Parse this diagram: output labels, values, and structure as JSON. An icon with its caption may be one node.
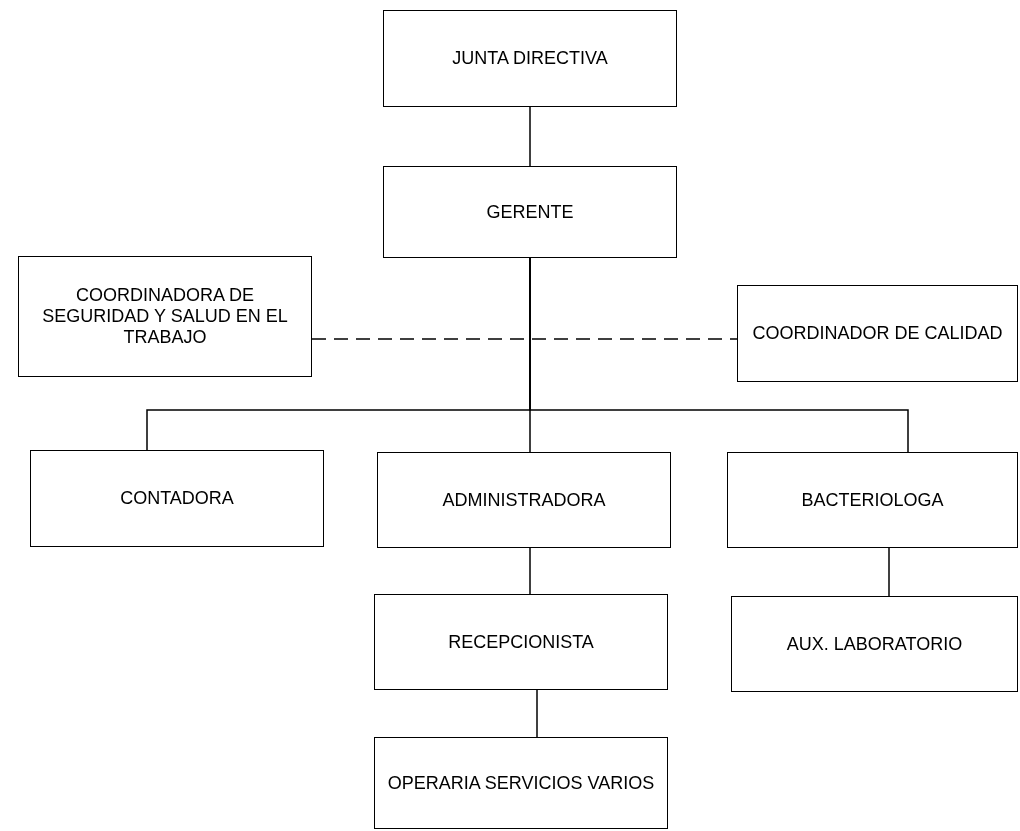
{
  "diagram": {
    "nodes": [
      {
        "text": [
          "JUNTA DIRECTIVA"
        ]
      },
      {
        "text": [
          "GERENTE"
        ]
      },
      {
        "text": [
          "COORDINADORA DE SEGURIDAD Y SALUD EN EL TRABAJO"
        ]
      },
      {
        "text": [
          "COORDINADOR DE CALIDAD"
        ]
      },
      {
        "text": [
          "CONTADORA"
        ]
      },
      {
        "text": [
          "ADMINISTRADORA"
        ]
      },
      {
        "text": [
          "BACTERIOLOGA"
        ]
      },
      {
        "text": [
          "RECEPCIONISTA"
        ]
      },
      {
        "text": [
          "AUX. LABORATORIO"
        ]
      },
      {
        "text": [
          "OPERARIA SERVICIOS VARIOS"
        ]
      }
    ],
    "edges": [
      {
        "from": 0,
        "to": 1,
        "arrow": "none"
      },
      {
        "from": 2,
        "to": 3,
        "arrow": "none",
        "style": "dashed"
      },
      {
        "from": 1,
        "to": 4,
        "arrow": "none"
      },
      {
        "from": 1,
        "to": 5,
        "arrow": "none"
      },
      {
        "from": 1,
        "to": 6,
        "arrow": "none"
      },
      {
        "from": 5,
        "to": 7,
        "arrow": "none"
      },
      {
        "from": 6,
        "to": 8,
        "arrow": "none"
      },
      {
        "from": 7,
        "to": 9,
        "arrow": "none"
      }
    ]
  }
}
